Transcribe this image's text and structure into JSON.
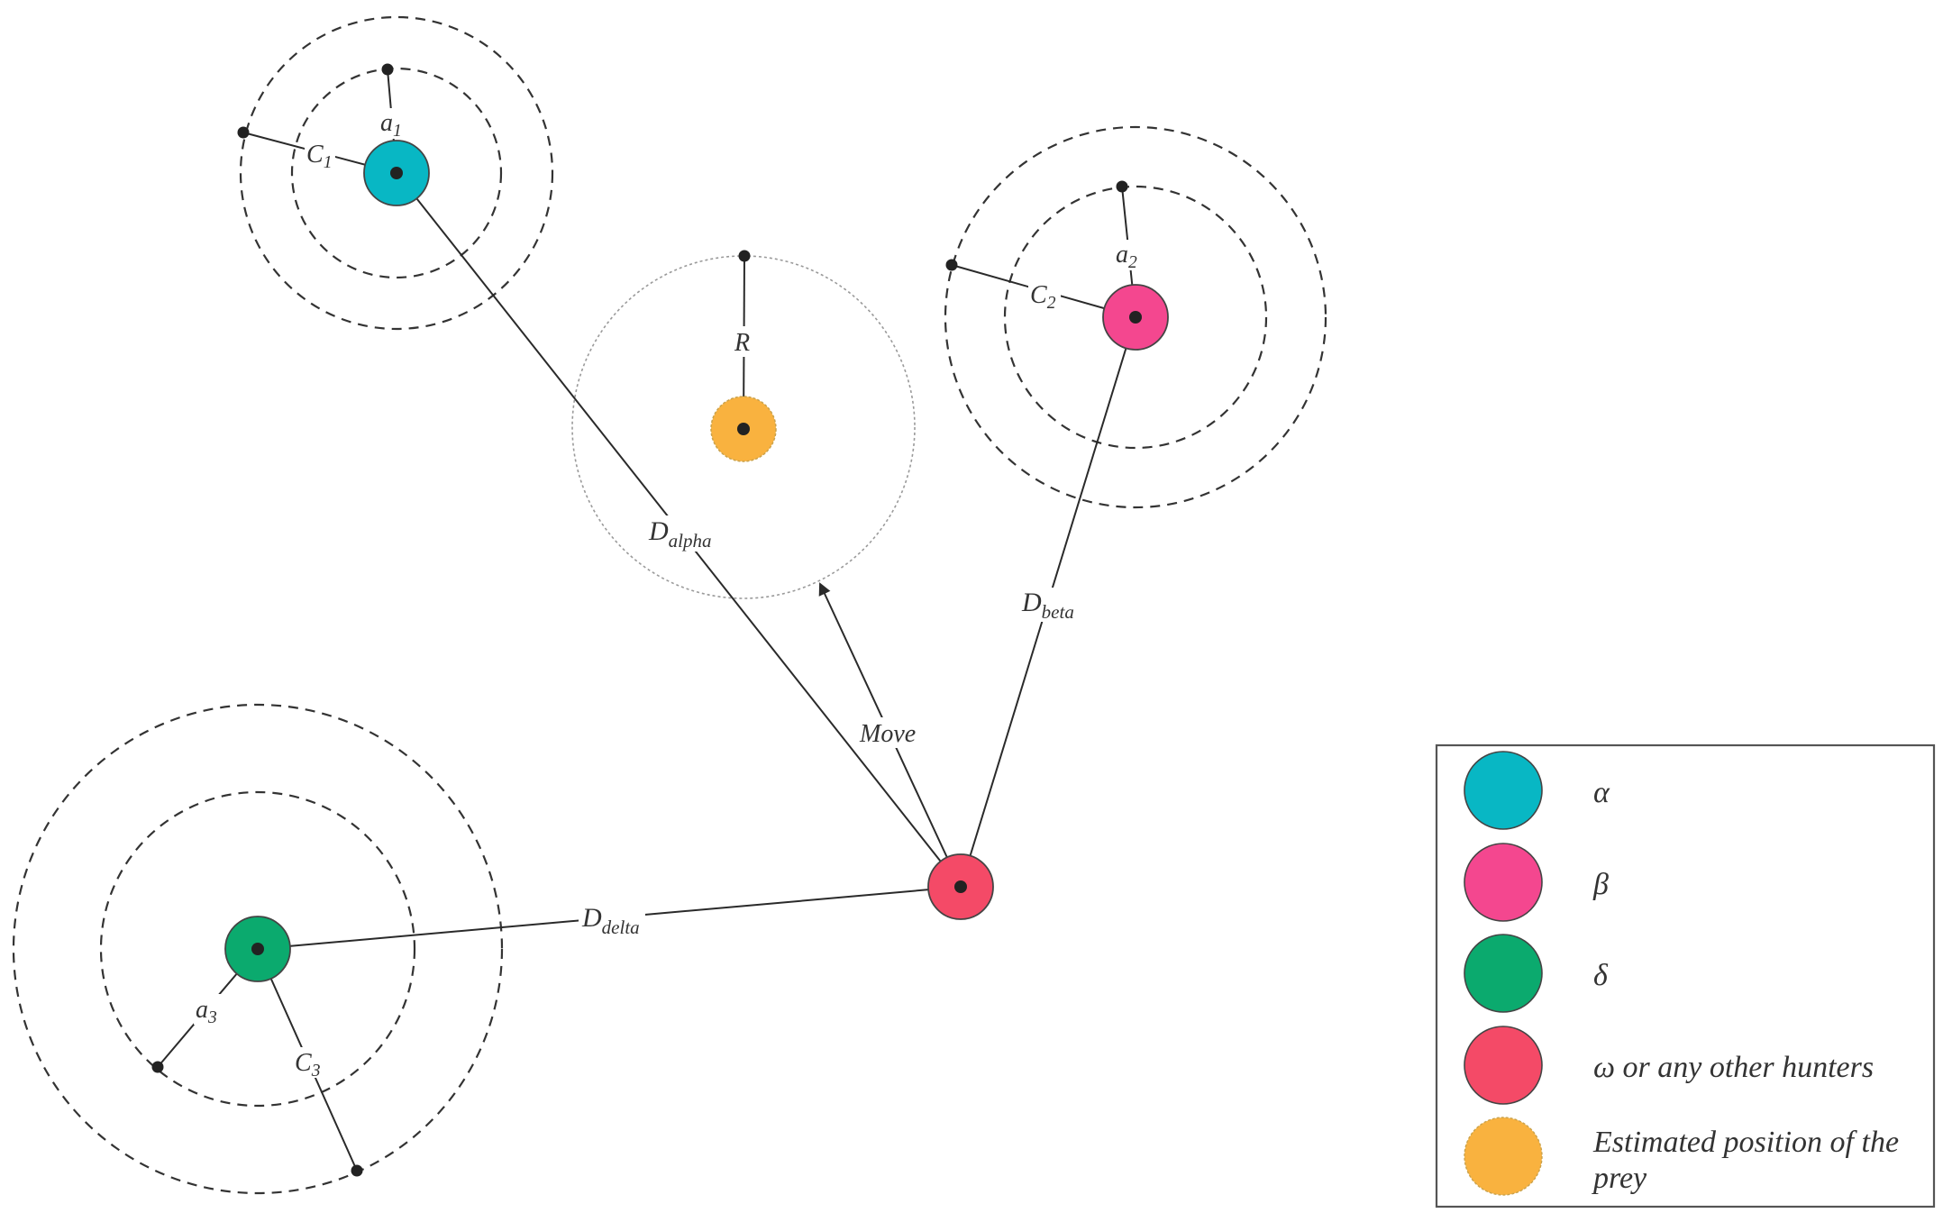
{
  "colors": {
    "alpha": "#08B7C4",
    "beta": "#F4478F",
    "delta": "#0BAA6E",
    "omega": "#F44A67",
    "prey": "#F9B23F",
    "line": "#2A2A2A",
    "legend_border": "#555555"
  },
  "labels": {
    "a1": {
      "main": "a",
      "sub": "1"
    },
    "c1": {
      "main": "C",
      "sub": "1"
    },
    "a2": {
      "main": "a",
      "sub": "2"
    },
    "c2": {
      "main": "C",
      "sub": "2"
    },
    "a3": {
      "main": "a",
      "sub": "3"
    },
    "c3": {
      "main": "C",
      "sub": "3"
    },
    "r": "R",
    "d_alpha": {
      "main": "D",
      "sub": "alpha"
    },
    "d_beta": {
      "main": "D",
      "sub": "beta"
    },
    "d_delta": {
      "main": "D",
      "sub": "delta"
    },
    "move": "Move"
  },
  "legend": {
    "items": [
      {
        "key": "alpha",
        "label": "α"
      },
      {
        "key": "beta",
        "label": "β"
      },
      {
        "key": "delta",
        "label": "δ"
      },
      {
        "key": "omega",
        "label": "ω or any other hunters"
      },
      {
        "key": "prey",
        "label_line1": "Estimated position of the",
        "label_line2": "prey"
      }
    ]
  }
}
